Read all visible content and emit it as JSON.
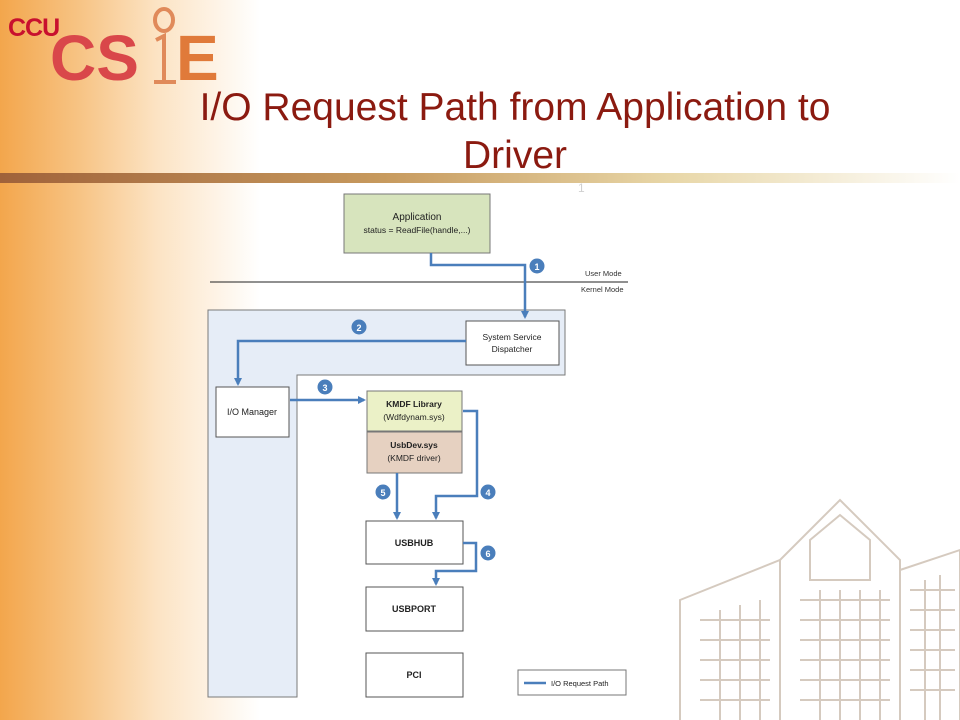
{
  "logo": {
    "ccu": "CCU",
    "cs": "CS",
    "ie": "IE"
  },
  "slide": {
    "title": "I/O Request Path from Application to Driver",
    "page_number": "1"
  },
  "diagram": {
    "application": {
      "title": "Application",
      "code": "status = ReadFile(handle,...)"
    },
    "user_mode_label": "User Mode",
    "kernel_mode_label": "Kernel Mode",
    "dispatcher": {
      "line1": "System Service",
      "line2": "Dispatcher"
    },
    "io_manager": "I/O Manager",
    "kmdf_library": {
      "line1": "KMDF Library",
      "line2": "(Wdfdynam.sys)"
    },
    "usbdev": {
      "line1": "UsbDev.sys",
      "line2": "(KMDF driver)"
    },
    "usbhub": "USBHUB",
    "usbport": "USBPORT",
    "pci": "PCI",
    "steps": [
      "1",
      "2",
      "3",
      "4",
      "5",
      "6"
    ],
    "legend": "I/O Request Path",
    "colors": {
      "path": "#4a7ebb",
      "app_box": "#d7e4bd",
      "kmdf_box": "#ebf1c7",
      "usbdev_box": "#e6d1c1",
      "kernel_region": "#e6edf7"
    }
  }
}
